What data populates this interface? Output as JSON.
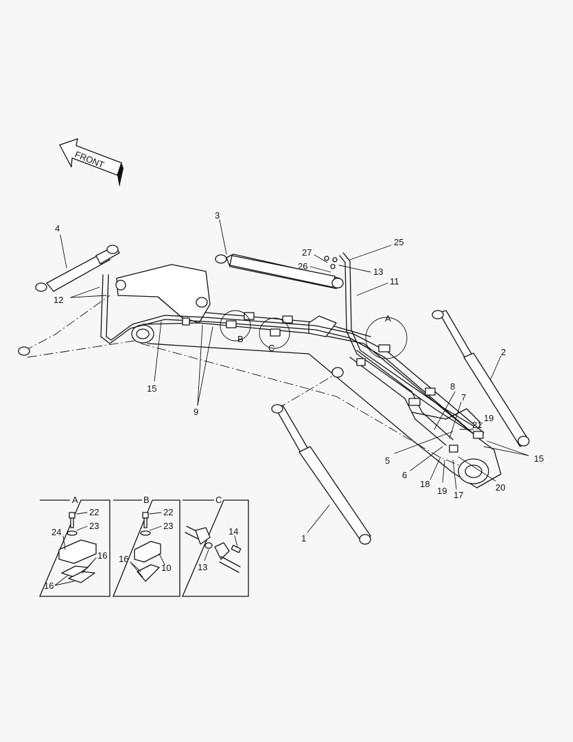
{
  "front_label": "FRONT",
  "callouts": {
    "c1": "1",
    "c2": "2",
    "c3": "3",
    "c4": "4",
    "c5": "5",
    "c6": "6",
    "c7": "7",
    "c8": "8",
    "c9": "9",
    "c11": "11",
    "c12": "12",
    "c13": "13",
    "c15a": "15",
    "c15b": "15",
    "c17": "17",
    "c18": "18",
    "c19a": "19",
    "c19b": "19",
    "c20": "20",
    "c21": "21",
    "c25": "25",
    "c26": "26",
    "c27": "27"
  },
  "detail_markers": {
    "a": "A",
    "b": "B",
    "c": "C"
  },
  "detail_panels": {
    "a": {
      "title": "A",
      "l22": "22",
      "l23": "23",
      "l24": "24",
      "l16a": "16",
      "l16b": "16"
    },
    "b": {
      "title": "B",
      "l22": "22",
      "l23": "23",
      "l16": "16",
      "l10": "10"
    },
    "c": {
      "title": "C",
      "l14": "14",
      "l13": "13"
    }
  }
}
